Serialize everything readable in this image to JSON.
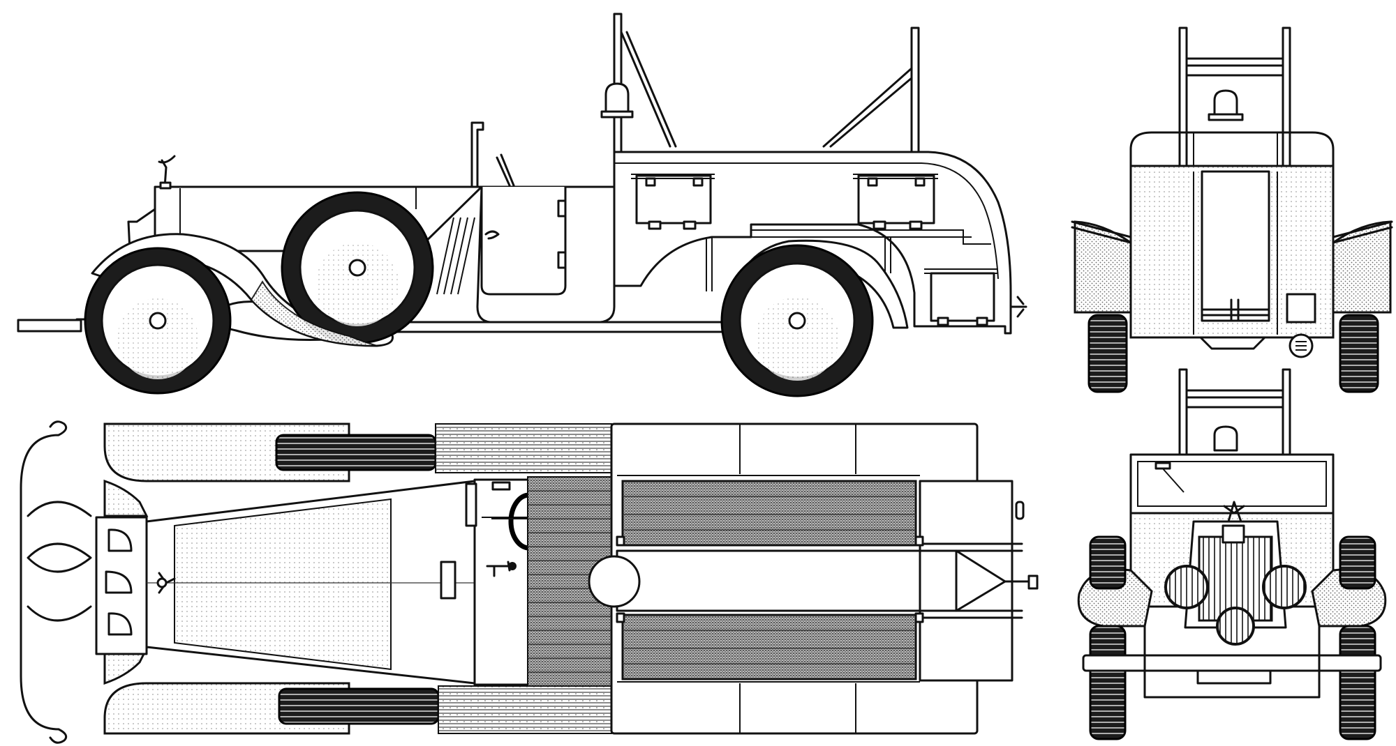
{
  "drawing": {
    "views": [
      "side-view",
      "top-view",
      "rear-view",
      "front-view"
    ],
    "colors": {
      "ink": "#111111",
      "paper": "#ffffff",
      "tyre": "#1c1c1c"
    }
  }
}
